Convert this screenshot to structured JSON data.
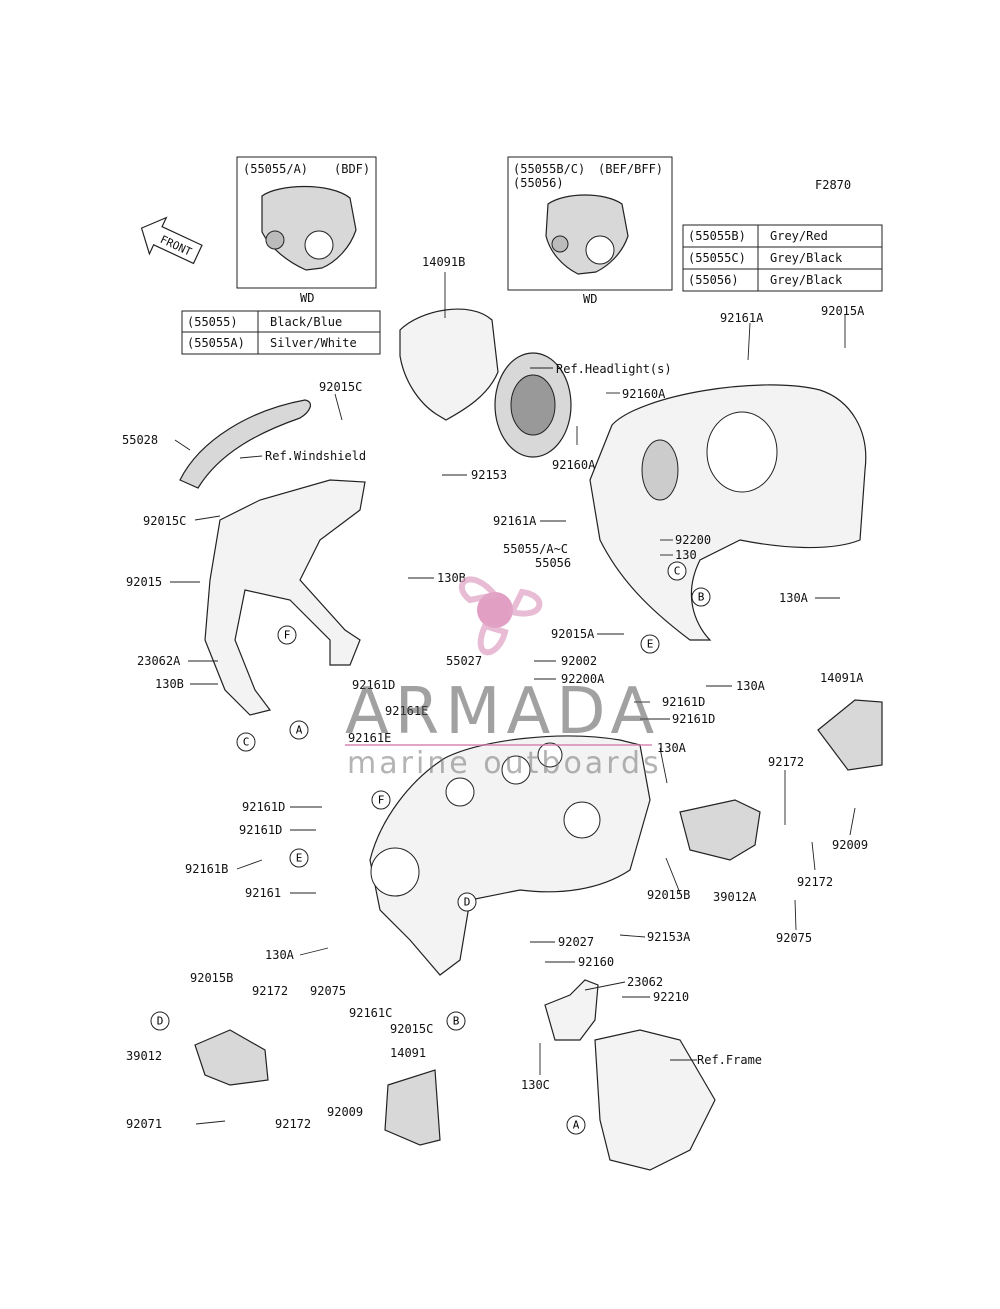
{
  "figure_code": "F2870",
  "front_label": "FRONT",
  "inset_left": {
    "title_parts": "(55055/A)",
    "title_variant": "(BDF)",
    "caption": "WD"
  },
  "inset_right": {
    "title_parts": "(55055B/C)",
    "title_variant": "(BEF/BFF)",
    "title_parts2": "(55056)",
    "caption": "WD"
  },
  "color_table_left": [
    {
      "part": "(55055)",
      "color": "Black/Blue"
    },
    {
      "part": "(55055A)",
      "color": "Silver/White"
    }
  ],
  "color_table_right": [
    {
      "part": "(55055B)",
      "color": "Grey/Red"
    },
    {
      "part": "(55055C)",
      "color": "Grey/Black"
    },
    {
      "part": "(55056)",
      "color": "Grey/Black"
    }
  ],
  "labels": {
    "l14091B": "14091B",
    "ref_headlight": "Ref.Headlight(s)",
    "l92160A_1": "92160A",
    "l92160A_2": "92160A",
    "l92153": "92153",
    "l92161A": "92161A",
    "l92015A": "92015A",
    "l92015C": "92015C",
    "l55028": "55028",
    "ref_windshield": "Ref.Windshield",
    "l92015C_2": "92015C",
    "l92161A_2": "92161A",
    "l92200": "92200",
    "l130": "130",
    "l55055": "55055/A~C",
    "l55056": "55056",
    "l130A_1": "130A",
    "l92015": "92015",
    "l130B_1": "130B",
    "l92015A_2": "92015A",
    "l130A_2": "130A",
    "l23062A": "23062A",
    "l55027": "55027",
    "l92002": "92002",
    "l92200A": "92200A",
    "l92161D_1": "92161D",
    "l130B_2": "130B",
    "l92161D_2": "92161D",
    "l92161E_1": "92161E",
    "l92161D_3": "92161D",
    "l92161E_2": "92161E",
    "l130A_3": "130A",
    "l14091A": "14091A",
    "l92172_1": "92172",
    "l92009_1": "92009",
    "l92161D_4": "92161D",
    "l92161D_5": "92161D",
    "l92161B": "92161B",
    "l92015B_1": "92015B",
    "l39012A": "39012A",
    "l92172_2": "92172",
    "l92161": "92161",
    "l92075_1": "92075",
    "l92153A": "92153A",
    "l130A_4": "130A",
    "l92027": "92027",
    "l92160": "92160",
    "l23062": "23062",
    "l92210": "92210",
    "l92015B_2": "92015B",
    "l92172_3": "92172",
    "l92075_2": "92075",
    "l92161C": "92161C",
    "l92015C_3": "92015C",
    "l39012": "39012",
    "ref_frame": "Ref.Frame",
    "l14091": "14091",
    "l130C": "130C",
    "l92071": "92071",
    "l92172_4": "92172",
    "l92009_2": "92009"
  },
  "callouts": {
    "A": "A",
    "B": "B",
    "C": "C",
    "D": "D",
    "E": "E",
    "F": "F"
  },
  "watermark": {
    "brand": "ARMADA",
    "tagline": "marine outboards"
  },
  "colors": {
    "line": "#222222",
    "watermark_pink": "#e0a6c6",
    "watermark_pink_dark": "#d77fb0",
    "watermark_gray": "#555555"
  }
}
